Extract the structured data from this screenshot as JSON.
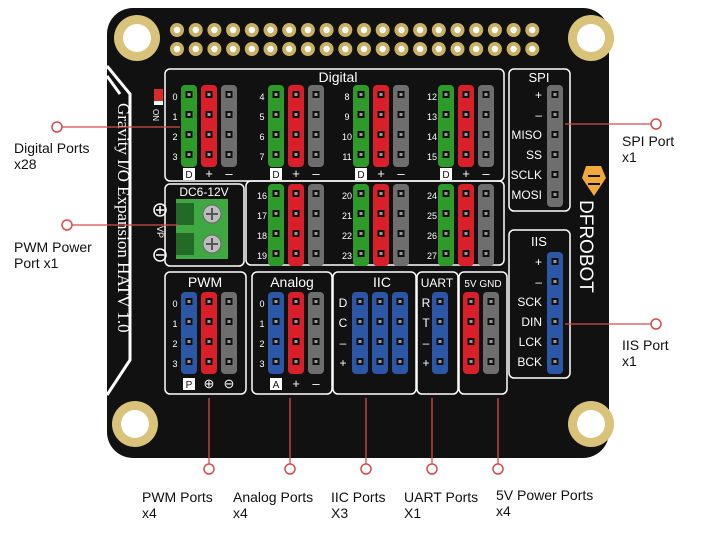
{
  "board": {
    "sections": {
      "digital": "Digital",
      "spi": "SPI",
      "iis": "IIS",
      "pwm": "PWM",
      "analog": "Analog",
      "iic": "IIC",
      "uart": "UART",
      "power5v": "5V GND"
    },
    "brand_vertical": "Gravity I/O Expansion HATV 1.0",
    "logo": "DFROBOT",
    "on_label": "ON",
    "power_connector_label": "DC6-12V",
    "vp_label": "VP",
    "digital_pins": [
      "0",
      "1",
      "2",
      "3",
      "4",
      "5",
      "6",
      "7",
      "8",
      "9",
      "10",
      "11",
      "12",
      "13",
      "14",
      "15",
      "16",
      "17",
      "18",
      "19",
      "20",
      "21",
      "22",
      "23",
      "24",
      "25",
      "26",
      "27"
    ],
    "pwm_pins": [
      "0",
      "1",
      "2",
      "3"
    ],
    "analog_pins": [
      "0",
      "1",
      "2",
      "3"
    ],
    "spi_pins": [
      "+",
      "–",
      "MISO",
      "SS",
      "SCLK",
      "MOSI"
    ],
    "iis_pins": [
      "+",
      "–",
      "SCK",
      "DIN",
      "LCK",
      "BCK"
    ],
    "iic_pins": [
      "D",
      "C",
      "–",
      "+"
    ],
    "uart_pins": [
      "R",
      "T",
      "–",
      "+"
    ],
    "footer_d": [
      "D",
      "+",
      "–"
    ],
    "footer_p": [
      "P",
      "⊕",
      "⊖"
    ],
    "footer_a": [
      "A",
      "+",
      "–"
    ]
  },
  "callouts": {
    "digital": [
      "Digital Ports",
      "x28"
    ],
    "pwm_power": [
      "PWM Power",
      "Port x1"
    ],
    "spi": [
      "SPI Port",
      "x1"
    ],
    "iis": [
      "IIS Port",
      "x1"
    ],
    "pwm": [
      "PWM Ports",
      "x4"
    ],
    "analog": [
      "Analog Ports",
      "x4"
    ],
    "iic": [
      "IIC Ports",
      "X3"
    ],
    "uart": [
      "UART Ports",
      "X1"
    ],
    "power5v": [
      "5V Power Ports",
      "x4"
    ]
  },
  "colors": {
    "board": "#111111",
    "outline": "#ffffff",
    "pin_green": "#2e9a2a",
    "pin_red": "#d9202a",
    "pin_blue": "#2b57a6",
    "pin_gray": "#6e6e6e",
    "header_gold": "#c9b062",
    "terminal_green": "#3fa843",
    "leader": "#d94b4b"
  }
}
